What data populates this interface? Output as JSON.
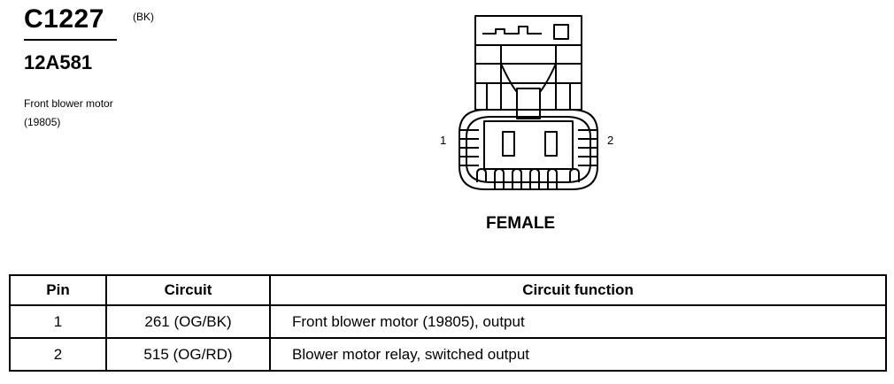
{
  "connector": {
    "id": "C1227",
    "color_code": "(BK)",
    "part_number": "12A581",
    "description_line1": "Front blower motor",
    "description_line2": "(19805)",
    "gender": "FEMALE",
    "pin_left": "1",
    "pin_right": "2"
  },
  "table": {
    "headers": [
      "Pin",
      "Circuit",
      "Circuit function"
    ],
    "rows": [
      {
        "pin": "1",
        "circuit": "261 (OG/BK)",
        "function": "Front blower motor (19805), output"
      },
      {
        "pin": "2",
        "circuit": "515 (OG/RD)",
        "function": "Blower motor relay, switched output"
      }
    ]
  }
}
